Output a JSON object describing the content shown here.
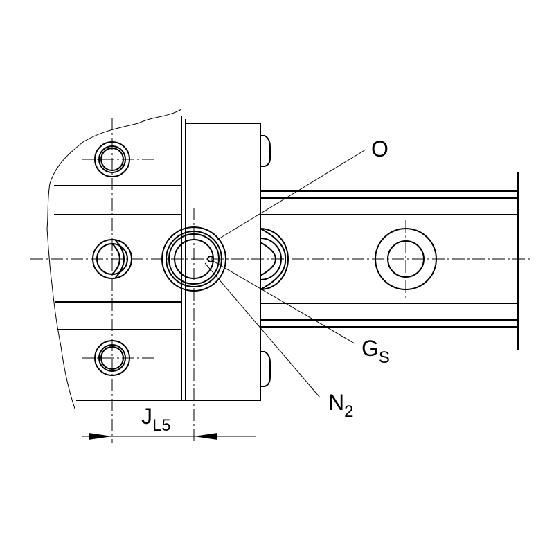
{
  "labels": {
    "O": {
      "main": "O",
      "sub": ""
    },
    "Gs": {
      "main": "G",
      "sub": "S"
    },
    "N2": {
      "main": "N",
      "sub": "2"
    },
    "JL5": {
      "main": "J",
      "sub": "L5"
    }
  },
  "colors": {
    "line": "#000000",
    "background": "#ffffff"
  }
}
